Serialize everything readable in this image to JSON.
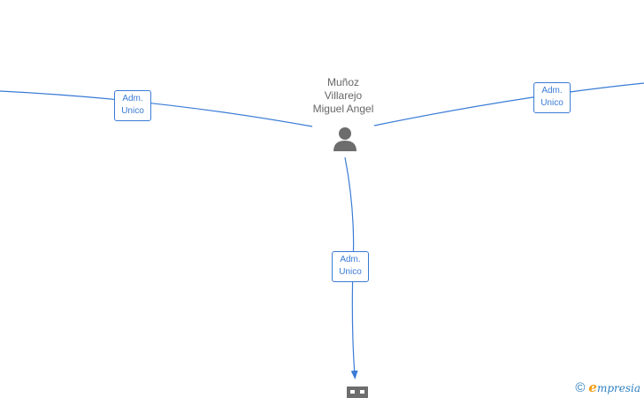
{
  "person": {
    "name_lines": [
      "Muñoz",
      "Villarejo",
      "Miguel Angel"
    ],
    "icon": "person-icon"
  },
  "edges": [
    {
      "label_line1": "Adm.",
      "label_line2": "Unico"
    },
    {
      "label_line1": "Adm.",
      "label_line2": "Unico"
    },
    {
      "label_line1": "Adm.",
      "label_line2": "Unico"
    }
  ],
  "company": {
    "icon": "building-icon"
  },
  "watermark": {
    "symbol": "©",
    "brand_initial": "e",
    "brand_rest": "mpresia"
  },
  "colors": {
    "edge": "#3a7bd5",
    "node_icon": "#6d6d6d",
    "watermark": "#2e7fbf",
    "watermark_accent": "#f39c12"
  }
}
